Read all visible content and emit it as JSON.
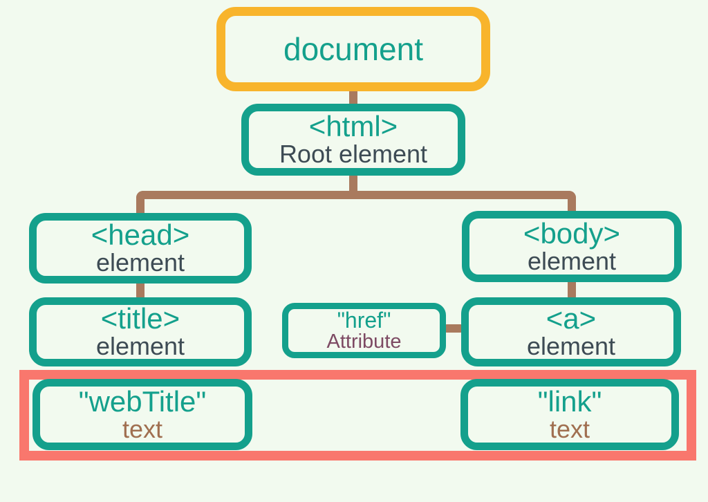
{
  "colors": {
    "background": "#f2faef",
    "teal": "#14a08c",
    "yellow": "#f8b42c",
    "brown": "#a97a5e",
    "salmon": "#f9776d",
    "dark": "#3d4b54",
    "maroon": "#7d4a63",
    "text_brown": "#a06f50"
  },
  "nodes": {
    "document": {
      "label": "document"
    },
    "html": {
      "tag": "<html>",
      "sub": "Root element"
    },
    "head": {
      "tag": "<head>",
      "sub": "element"
    },
    "body": {
      "tag": "<body>",
      "sub": "element"
    },
    "title": {
      "tag": "<title>",
      "sub": "element"
    },
    "href": {
      "tag": "\"href\"",
      "sub": "Attribute"
    },
    "a": {
      "tag": "<a>",
      "sub": "element"
    },
    "webtitle": {
      "tag": "\"webTitle\"",
      "sub": "text"
    },
    "link": {
      "tag": "\"link\"",
      "sub": "text"
    }
  }
}
